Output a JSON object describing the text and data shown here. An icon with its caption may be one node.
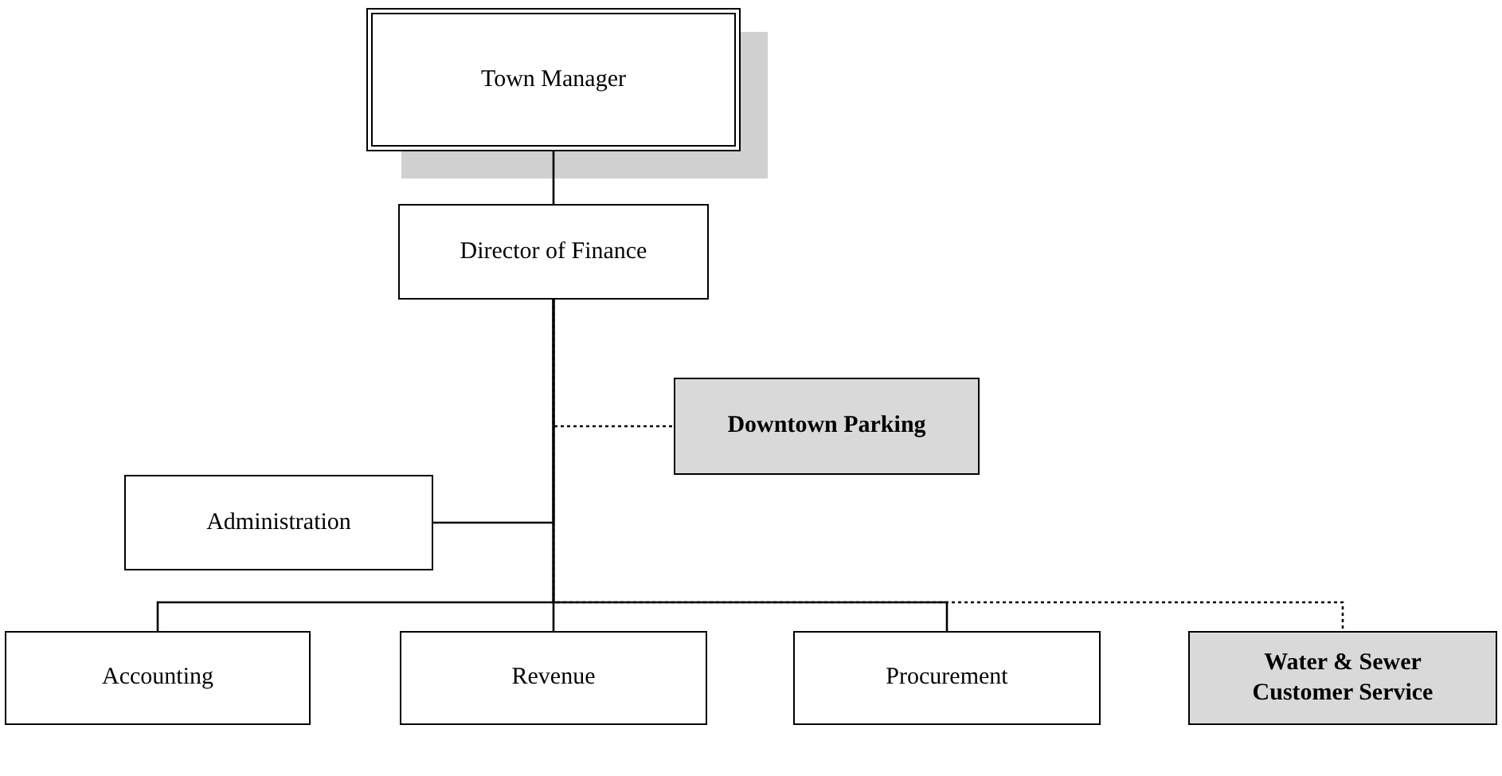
{
  "diagram": {
    "nodes": [
      {
        "text": [
          "Town Manager"
        ]
      },
      {
        "text": [
          "Director of Finance"
        ]
      },
      {
        "text": [
          "Downtown Parking"
        ]
      },
      {
        "text": [
          "Administration"
        ]
      },
      {
        "text": [
          "Accounting"
        ]
      },
      {
        "text": [
          "Revenue"
        ]
      },
      {
        "text": [
          "Procurement"
        ]
      },
      {
        "text": [
          "Water & Sewer Customer Service"
        ]
      }
    ],
    "edges": [
      {
        "from": 0,
        "to": 1,
        "arrow": "none"
      },
      {
        "from": 1,
        "to": 2,
        "arrow": "none",
        "style": "dashed"
      },
      {
        "from": 1,
        "to": 3,
        "arrow": "none"
      },
      {
        "from": 1,
        "to": 4,
        "arrow": "none"
      },
      {
        "from": 1,
        "to": 5,
        "arrow": "none"
      },
      {
        "from": 1,
        "to": 6,
        "arrow": "none"
      },
      {
        "from": 1,
        "to": 7,
        "arrow": "none",
        "style": "dashed"
      }
    ]
  }
}
